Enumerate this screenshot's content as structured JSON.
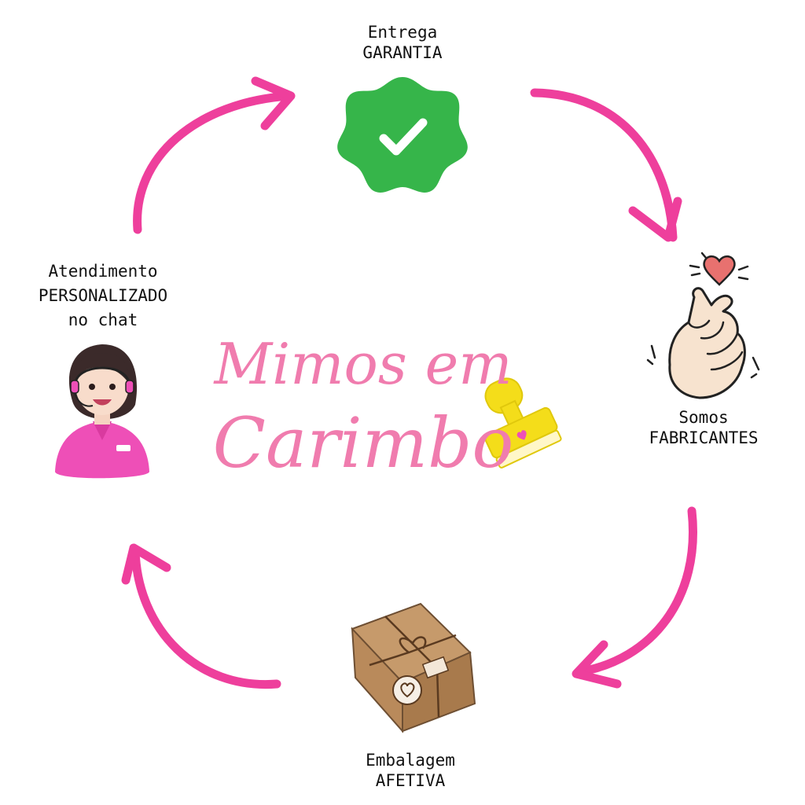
{
  "steps": {
    "top": {
      "line1": "Entrega",
      "line2": "GARANTIA"
    },
    "right": {
      "line1": "Somos",
      "line2": "FABRICANTES"
    },
    "bottom": {
      "line1": "Embalagem",
      "line2": "AFETIVA"
    },
    "left": {
      "line1": "Atendimento",
      "line2": "PERSONALIZADO",
      "line3": "no chat"
    }
  },
  "logo": {
    "line1": "Mimos em",
    "line2": "Carimbo"
  },
  "colors": {
    "arrow": "#ee3f9c",
    "badge": "#36b54a",
    "logo_text": "#f07cae",
    "stamp": "#f4dd1a"
  },
  "icons": [
    "check-badge-icon",
    "finger-heart-icon",
    "gift-box-icon",
    "support-agent-icon",
    "stamp-icon"
  ]
}
